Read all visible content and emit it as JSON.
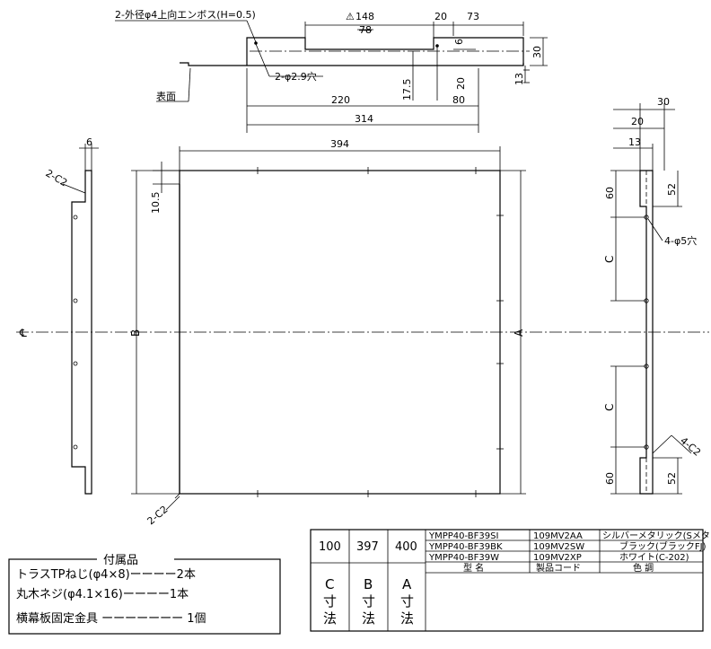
{
  "top_view": {
    "emboss_note": "2-外径φ4上向エンボス(H=0.5)",
    "dim_148": "148",
    "dim_78_old": "78",
    "dim_20_top": "20",
    "dim_73": "73",
    "dim_6_top": "6",
    "dim_30_top": "30",
    "hole_note": "2-φ2.9穴",
    "dim_17_5": "17.5",
    "dim_20_v": "20",
    "dim_13_top": "13",
    "surface_label": "表面",
    "dim_220": "220",
    "dim_80": "80",
    "dim_314": "314"
  },
  "front_view": {
    "dim_394": "394",
    "dim_10_5": "10.5",
    "label_B": "B",
    "label_A": "A",
    "chamfer": "2-C2"
  },
  "left_view": {
    "dim_6": "6",
    "chamfer": "2-C2",
    "centerline": "℄"
  },
  "right_view": {
    "dim_30": "30",
    "dim_20": "20",
    "dim_13": "13",
    "dim_60_top": "60",
    "dim_52_top": "52",
    "hole_note": "4-φ5穴",
    "label_C_top": "C",
    "label_C_bottom": "C",
    "chamfer": "4-C2",
    "dim_60_bottom": "60",
    "dim_52_bottom": "52"
  },
  "accessories": {
    "title": "付属品",
    "items": [
      "トラスTPねじ(φ4×8)ーーーー2本",
      "丸木ネジ(φ4.1×16)ーーーー1本",
      "横幕板固定金具 ーーーーーーー 1個"
    ]
  },
  "spec_table": {
    "dims": {
      "C": "100",
      "B": "397",
      "A": "400"
    },
    "rows": [
      {
        "model": "YMPP40-BF39SI",
        "code": "109MV2AA",
        "color": "シルバーメタリック(Sメタリック C)"
      },
      {
        "model": "YMPP40-BF39BK",
        "code": "109MV2SW",
        "color": "ブラック(ブラックFJ)"
      },
      {
        "model": "YMPP40-BF39W",
        "code": "109MV2XP",
        "color": "ホワイト(C-202)"
      }
    ],
    "header": {
      "model": "型 名",
      "code": "製品コード",
      "color": "色 調"
    },
    "dim_labels": {
      "C": [
        "C",
        "寸",
        "法"
      ],
      "B": [
        "B",
        "寸",
        "法"
      ],
      "A": [
        "A",
        "寸",
        "法"
      ]
    }
  }
}
